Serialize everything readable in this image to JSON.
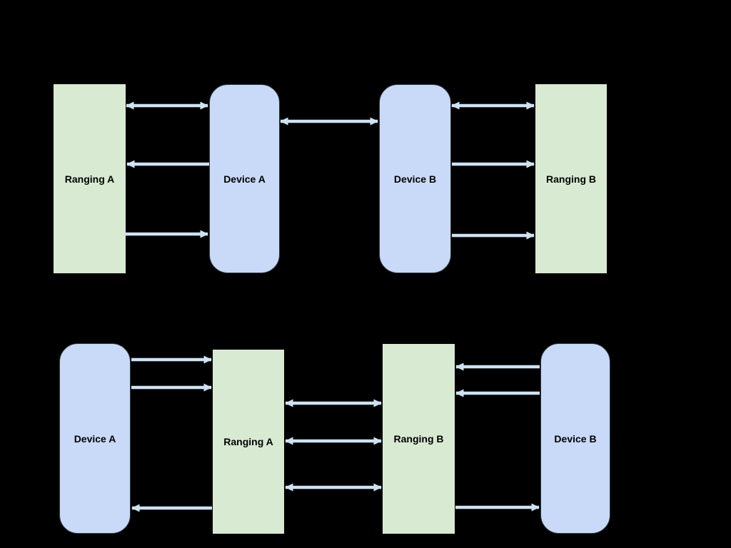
{
  "colors": {
    "background": "#000000",
    "ranging_box_fill": "#d9ead3",
    "device_box_fill": "#c9daf8",
    "arrow": "#cfe2f3",
    "label_text": "#000000"
  },
  "top_diagram": {
    "ranging_a": {
      "label": "Ranging A"
    },
    "device_a": {
      "label": "Device A"
    },
    "device_b": {
      "label": "Device B"
    },
    "ranging_b": {
      "label": "Ranging B"
    },
    "arrows": [
      {
        "from": "Ranging A",
        "to": "Device A",
        "direction": "bidirectional"
      },
      {
        "from": "Device A",
        "to": "Ranging A",
        "direction": "one-way"
      },
      {
        "from": "Ranging A",
        "to": "Device A",
        "direction": "one-way"
      },
      {
        "from": "Device A",
        "to": "Device B",
        "direction": "bidirectional"
      },
      {
        "from": "Device B",
        "to": "Ranging B",
        "direction": "bidirectional"
      },
      {
        "from": "Device B",
        "to": "Ranging B",
        "direction": "one-way"
      },
      {
        "from": "Device B",
        "to": "Ranging B",
        "direction": "one-way"
      }
    ]
  },
  "bottom_diagram": {
    "device_a": {
      "label": "Device A"
    },
    "ranging_a": {
      "label": "Ranging A"
    },
    "ranging_b": {
      "label": "Ranging B"
    },
    "device_b": {
      "label": "Device B"
    },
    "arrows": [
      {
        "from": "Device A",
        "to": "Ranging A",
        "direction": "one-way"
      },
      {
        "from": "Device A",
        "to": "Ranging A",
        "direction": "one-way"
      },
      {
        "from": "Ranging A",
        "to": "Device A",
        "direction": "one-way"
      },
      {
        "from": "Ranging A",
        "to": "Ranging B",
        "direction": "bidirectional"
      },
      {
        "from": "Ranging A",
        "to": "Ranging B",
        "direction": "bidirectional"
      },
      {
        "from": "Ranging A",
        "to": "Ranging B",
        "direction": "bidirectional"
      },
      {
        "from": "Device B",
        "to": "Ranging B",
        "direction": "one-way"
      },
      {
        "from": "Device B",
        "to": "Ranging B",
        "direction": "one-way"
      },
      {
        "from": "Ranging B",
        "to": "Device B",
        "direction": "one-way"
      }
    ]
  }
}
